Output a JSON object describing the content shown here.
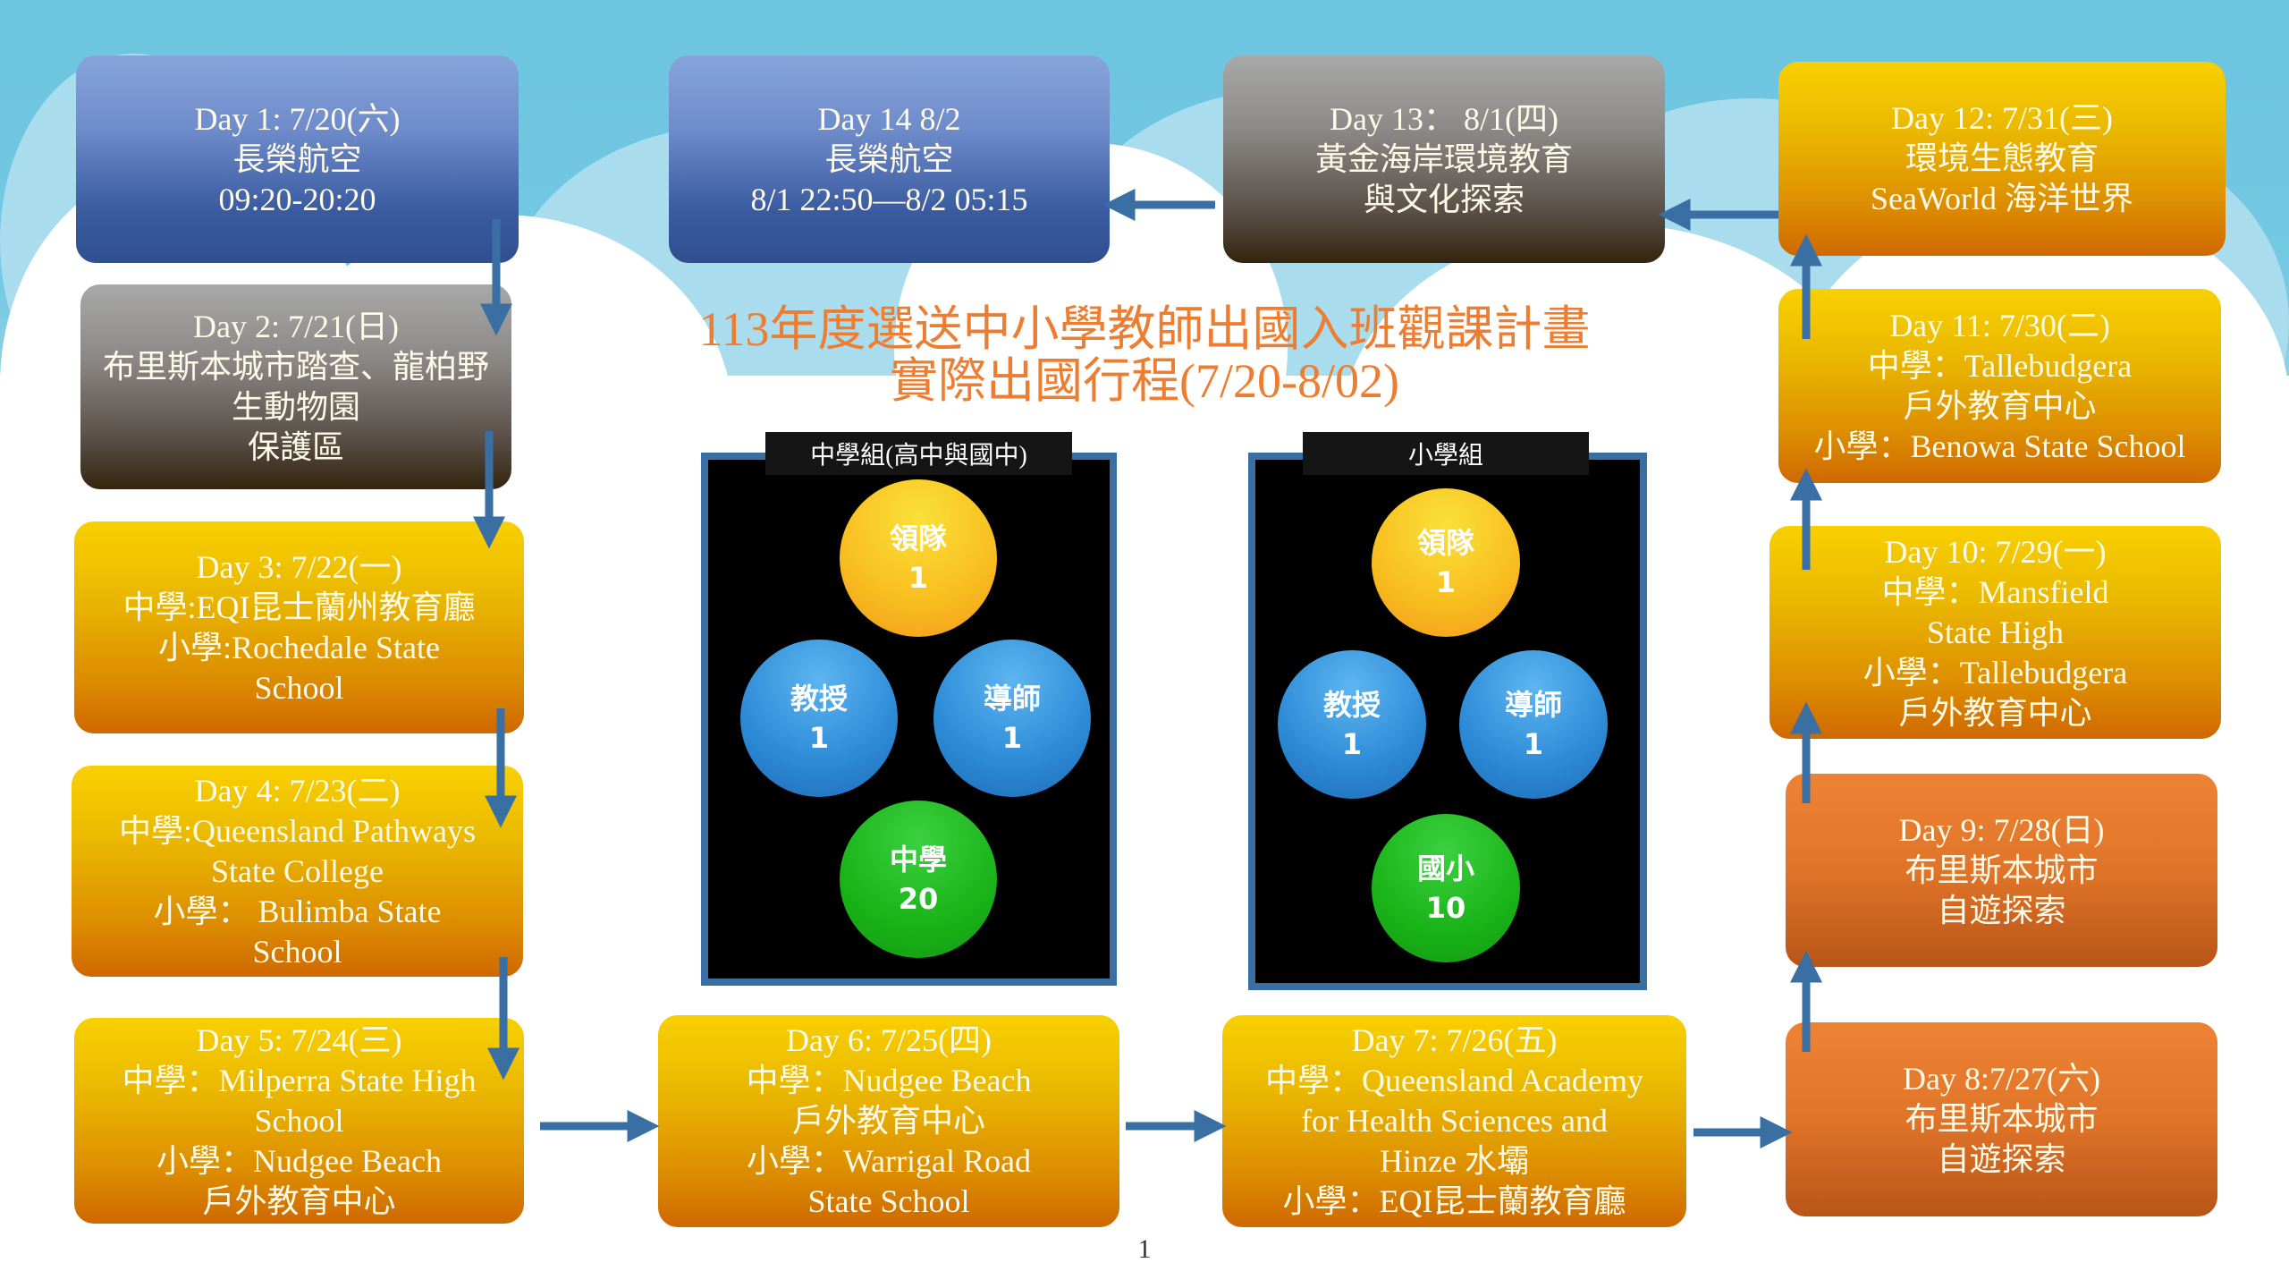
{
  "title": {
    "line1": "113年度選送中小學教師出國入班觀課計畫",
    "line2": "實際出國行程(7/20-8/02)"
  },
  "days": [
    {
      "lines": [
        "Day 1:  7/20(六)",
        "長榮航空",
        "09:20-20:20"
      ]
    },
    {
      "lines": [
        "Day 2:  7/21(日)",
        "布里斯本城市踏查、龍柏野",
        "生動物園",
        "保護區"
      ]
    },
    {
      "lines": [
        "Day 3: 7/22(一)",
        "中學:EQI昆士蘭州教育廳",
        "小學:Rochedale State",
        "School"
      ]
    },
    {
      "lines": [
        "Day 4: 7/23(二)",
        "中學:Queensland Pathways",
        "State College",
        "小學： Bulimba State",
        "School"
      ]
    },
    {
      "lines": [
        "Day 5: 7/24(三)",
        "中學：Milperra State High",
        "School",
        "小學：Nudgee Beach",
        "戶外教育中心"
      ]
    },
    {
      "lines": [
        "Day 6: 7/25(四)",
        "中學：Nudgee Beach",
        "戶外教育中心",
        "小學：Warrigal Road",
        "State School"
      ]
    },
    {
      "lines": [
        "Day 7: 7/26(五)",
        "中學：Queensland Academy",
        "for Health Sciences and",
        "Hinze 水壩",
        "小學：EQI昆士蘭教育廳"
      ]
    },
    {
      "lines": [
        "Day 8:7/27(六)",
        "布里斯本城市",
        "自遊探索"
      ]
    },
    {
      "lines": [
        "Day 9: 7/28(日)",
        "布里斯本城市",
        "自遊探索"
      ]
    },
    {
      "lines": [
        "Day 10: 7/29(一)",
        "中學：Mansfield",
        "State High",
        "小學：Tallebudgera",
        "戶外教育中心"
      ]
    },
    {
      "lines": [
        "Day 11: 7/30(二)",
        "中學：Tallebudgera",
        "戶外教育中心",
        "小學：Benowa State School"
      ]
    },
    {
      "lines": [
        "Day 12: 7/31(三)",
        "環境生態教育",
        "SeaWorld 海洋世界"
      ]
    },
    {
      "lines": [
        "Day 13： 8/1(四)",
        "黃金海岸環境教育",
        "與文化探索"
      ]
    },
    {
      "lines": [
        "Day 14 8/2",
        "長榮航空",
        "8/1 22:50—8/2 05:15"
      ]
    }
  ],
  "groups": [
    {
      "label": "中學組(高中與國中)",
      "members": [
        {
          "role": "領隊",
          "count": "1"
        },
        {
          "role": "教授",
          "count": "1"
        },
        {
          "role": "導師",
          "count": "1"
        },
        {
          "role": "中學",
          "count": "20"
        }
      ]
    },
    {
      "label": "小學組",
      "members": [
        {
          "role": "領隊",
          "count": "1"
        },
        {
          "role": "教授",
          "count": "1"
        },
        {
          "role": "導師",
          "count": "1"
        },
        {
          "role": "國小",
          "count": "10"
        }
      ]
    }
  ],
  "page_number": "1",
  "colors": {
    "arrow": "#3a6fa3",
    "title": "#ed7d31"
  }
}
